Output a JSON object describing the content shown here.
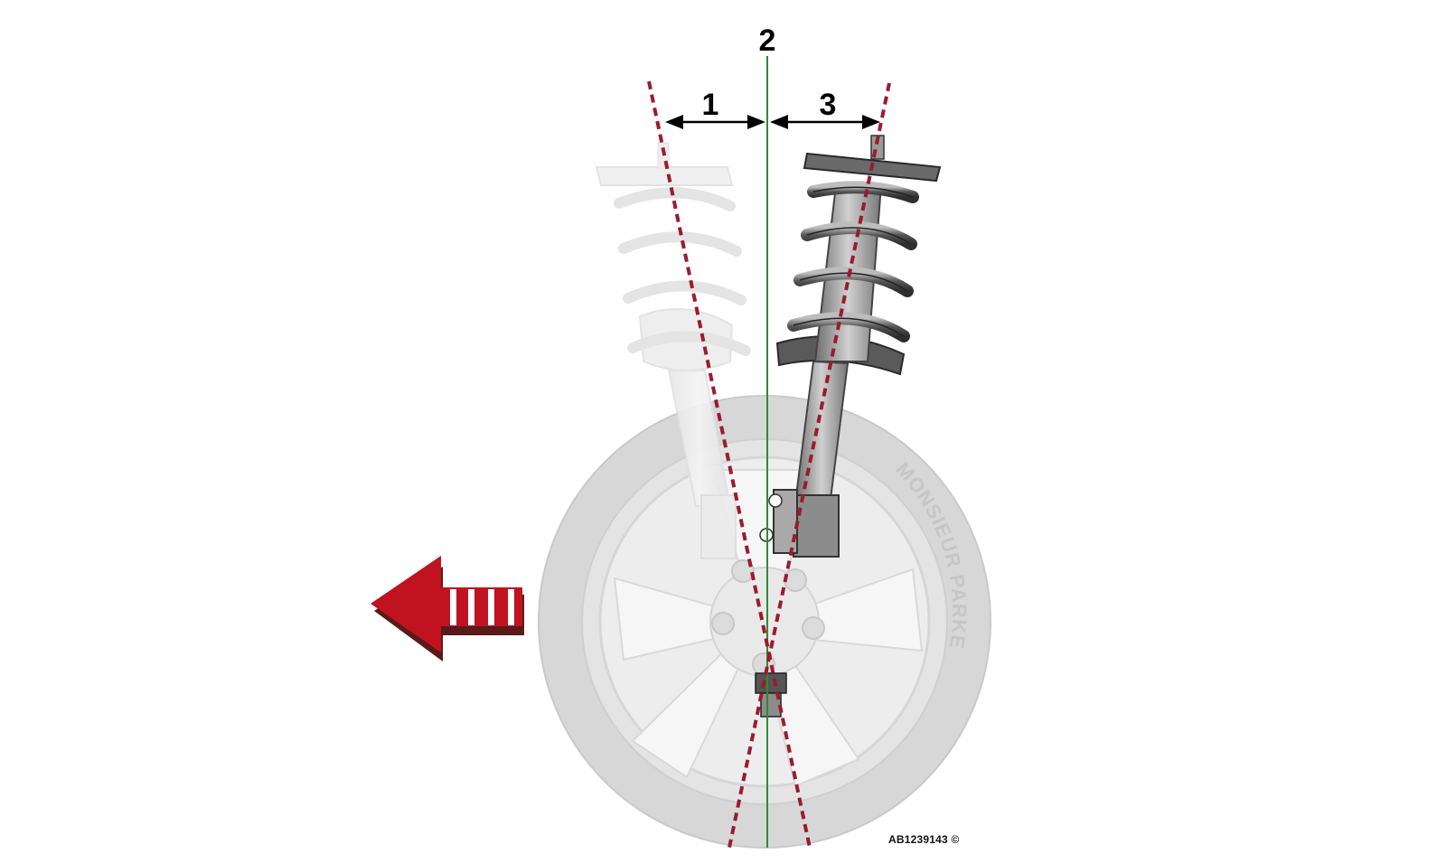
{
  "diagram": {
    "callouts": [
      {
        "id": "1",
        "text": "1"
      },
      {
        "id": "2",
        "text": "2"
      },
      {
        "id": "3",
        "text": "3"
      }
    ],
    "tire_text": "MONSIEUR PARKER",
    "reference": "AB1239143 ©",
    "colors": {
      "dashed_axis": "#9b1b2e",
      "vertical_reference": "#2e8b2e",
      "direction_arrow": "#c1121f",
      "arrow_shadow": "#5a1a1a"
    },
    "icons": {
      "direction": "direction-arrow-icon"
    }
  }
}
